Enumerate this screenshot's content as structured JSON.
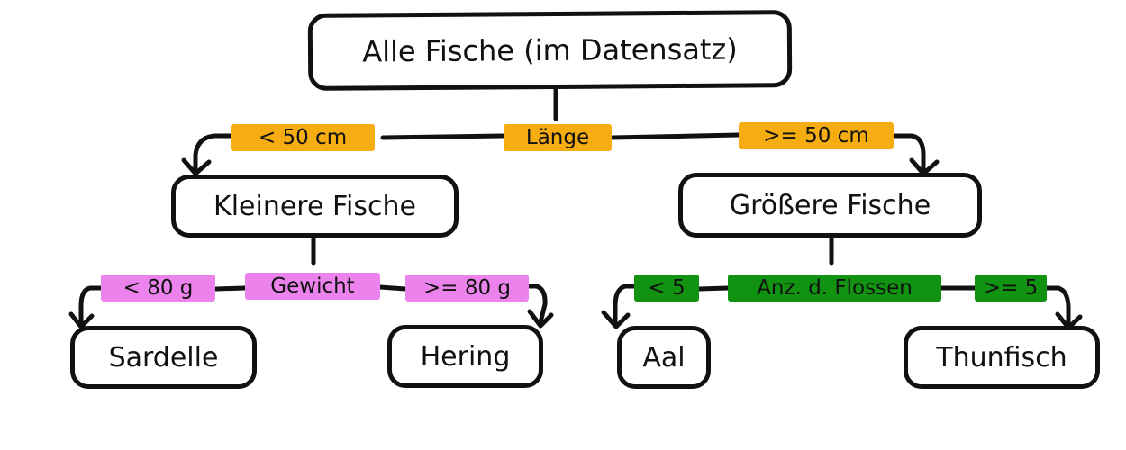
{
  "colors": {
    "orange": "#f5ad12",
    "pink": "#ec83ec",
    "green": "#119211",
    "stroke": "#111111"
  },
  "tree": {
    "root": "Alle Fische (im Datensatz)",
    "split_1": {
      "feature": "Länge",
      "left": "< 50 cm",
      "right": ">= 50 cm"
    },
    "left_node": "Kleinere Fische",
    "right_node": "Größere Fische",
    "split_left": {
      "feature": "Gewicht",
      "left": "< 80 g",
      "right": ">= 80 g"
    },
    "split_right": {
      "feature": "Anz. d. Flossen",
      "left": "< 5",
      "right": ">= 5"
    },
    "leaves": [
      "Sardelle",
      "Hering",
      "Aal",
      "Thunfisch"
    ]
  }
}
